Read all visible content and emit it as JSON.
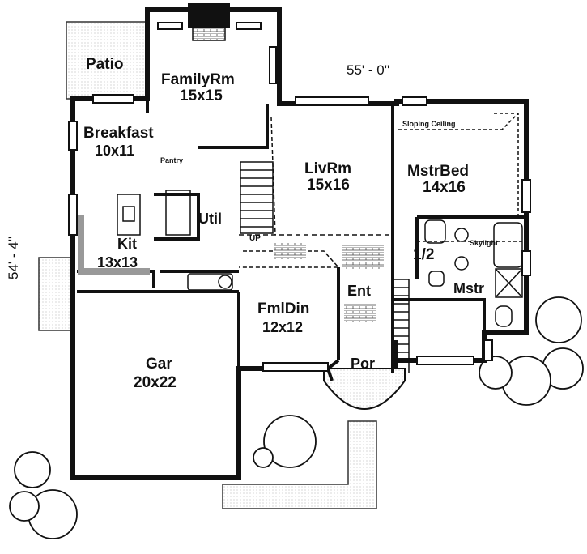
{
  "dimensions": {
    "width": "55' - 0''",
    "depth": "54' - 4''"
  },
  "rooms": {
    "patio": {
      "name": "Patio"
    },
    "family": {
      "name": "FamilyRm",
      "size": "15x15"
    },
    "breakfast": {
      "name": "Breakfast",
      "size": "10x11"
    },
    "pantry": {
      "name": "Pantry"
    },
    "livrm": {
      "name": "LivRm",
      "size": "15x16"
    },
    "mstrbed": {
      "name": "MstrBed",
      "size": "14x16"
    },
    "sloping": {
      "name": "Sloping Ceiling"
    },
    "util": {
      "name": "Util"
    },
    "kit": {
      "name": "Kit",
      "size": "13x13"
    },
    "half_bath": {
      "name": "1/2"
    },
    "skylight": {
      "name": "Skylight"
    },
    "mstr_bath": {
      "name": "Mstr"
    },
    "fmldin": {
      "name": "FmlDin",
      "size": "12x12"
    },
    "ent": {
      "name": "Ent"
    },
    "gar": {
      "name": "Gar",
      "size": "20x22"
    },
    "por": {
      "name": "Por"
    },
    "up": {
      "name": "UP"
    }
  },
  "colors": {
    "wall": "#111111",
    "paper": "#ffffff",
    "hatch": "#555555"
  }
}
